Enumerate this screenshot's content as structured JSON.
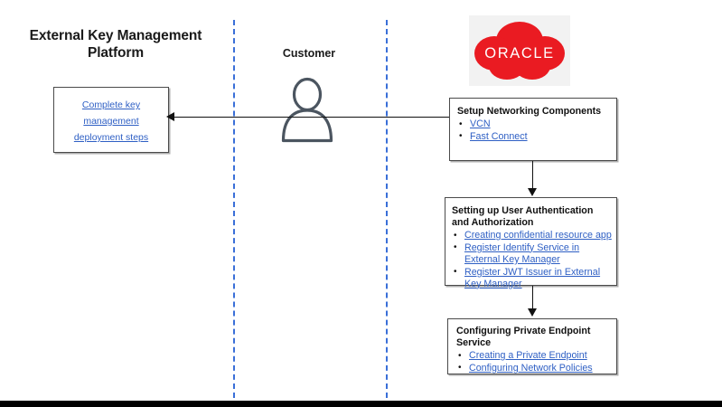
{
  "diagram": {
    "platform_title": "External Key Management Platform",
    "lanes": [
      {
        "name": "external-key-management-platform"
      },
      {
        "name": "customer"
      },
      {
        "name": "oracle-cloud"
      }
    ],
    "customer_label": "Customer",
    "customer_icon": "person-icon",
    "oracle_logo": {
      "icon": "oracle-cloud-logo",
      "wordmark": "ORACLE",
      "cloud_color": "#ea1b22",
      "backdrop_color": "#f2f2f2"
    },
    "colors": {
      "link": "#2e5fc4",
      "lane_divider": "#3a6fd8",
      "box_border": "#4a4a4a",
      "connector": "#111111",
      "actor_stroke": "#4b5560",
      "bottom_bar": "#000000"
    },
    "boxes": {
      "complete_key": {
        "name": "complete-key-management-deployment-steps",
        "link_text": "Complete key management deployment steps"
      },
      "networking": {
        "name": "setup-networking-components",
        "title": "Setup Networking Components",
        "items": [
          "VCN",
          "Fast Connect"
        ]
      },
      "auth": {
        "name": "setting-up-user-authentication-and-authorization",
        "title": "Setting up User Authentication and Authorization",
        "items": [
          "Creating confidential resource app",
          "Register Identify Service in External Key Manager",
          "Register JWT Issuer in External Key Manager"
        ]
      },
      "endpoint": {
        "name": "configuring-private-endpoint-service",
        "title": "Configuring Private Endpoint Service",
        "items": [
          "Creating a Private Endpoint",
          "Configuring Network Policies"
        ]
      }
    }
  }
}
